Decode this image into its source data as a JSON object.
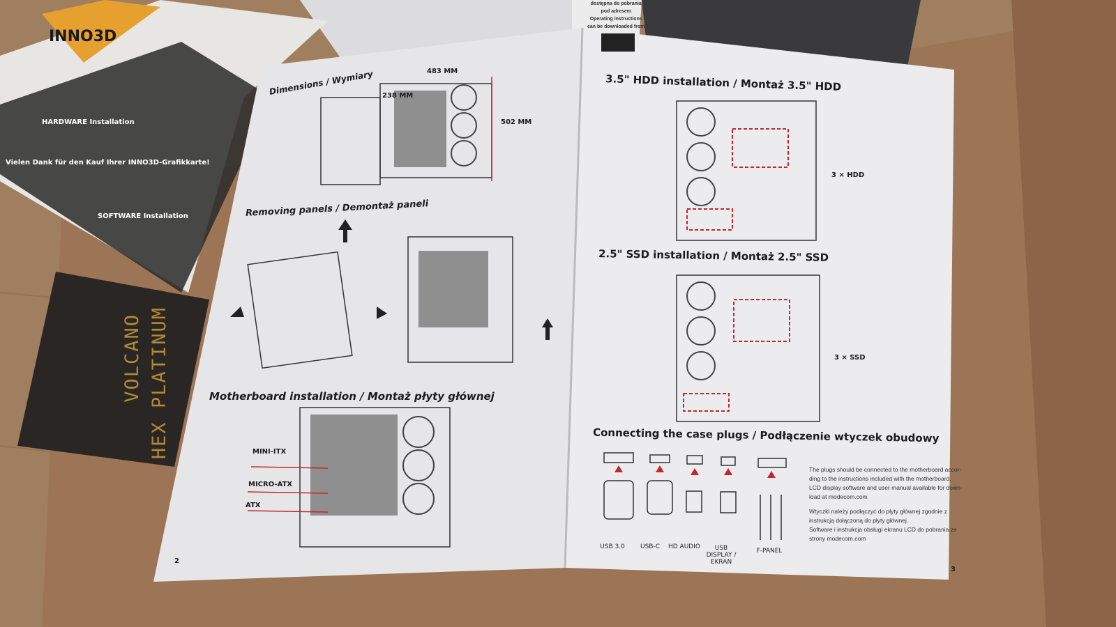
{
  "left_page": {
    "dimensions_title": "Dimensions / Wymiary",
    "dim_width": "238 MM",
    "dim_length": "483 MM",
    "dim_height": "502 MM",
    "removing_title": "Removing panels / Demontaż paneli",
    "motherboard_title": "Motherboard installation / Montaż płyty głównej",
    "form_factors": [
      "MINI-ITX",
      "MICRO-ATX",
      "ATX"
    ],
    "page_number": "2"
  },
  "right_page": {
    "hdd_title": "3.5\" HDD installation / Montaż 3.5\" HDD",
    "hdd_count": "3 × HDD",
    "ssd_title": "2.5\" SSD installation / Montaż 2.5\" SSD",
    "ssd_count": "3 × SSD",
    "plugs_title": "Connecting the case plugs / Podłączenie wtyczek obudowy",
    "plugs": [
      "USB 3.0",
      "USB-C",
      "HD AUDIO",
      "USB DISPLAY / EKRAN",
      "F-PANEL"
    ],
    "note_en": [
      "The plugs should be connected to the motherboard accor-",
      "ding to the instructions included with the motherboard.",
      "LCD display software and user manual available for down-",
      "load at modecom.com"
    ],
    "note_pl": [
      "Wtyczki należy podłączyć do płyty głównej zgodnie z",
      "instrukcją dołączoną do płyty głównej.",
      "Software i instrukcja obsługi ekranu LCD do pobrania ze",
      "strony modecom.com"
    ],
    "page_number": "3"
  },
  "top_card": [
    "dostępna do pobrania",
    "pod adresem",
    "Operating instructions",
    "can be downloaded from"
  ],
  "booklet": {
    "line1": "VOLCANO",
    "line2": "HEX PLATINUM"
  },
  "flyer": {
    "brand": "INNO3D",
    "title": "Vielen Dank für den Kauf Ihrer INNO3D-Grafikkarte!",
    "hw": "HARDWARE Installation",
    "sw": "SOFTWARE Installation"
  },
  "colors": {
    "accent_red": "#c4262a",
    "paper": "#e9e9ec",
    "booklet": "#2a2624",
    "gold": "#b08a3a",
    "flyer_orange": "#e08a22"
  }
}
